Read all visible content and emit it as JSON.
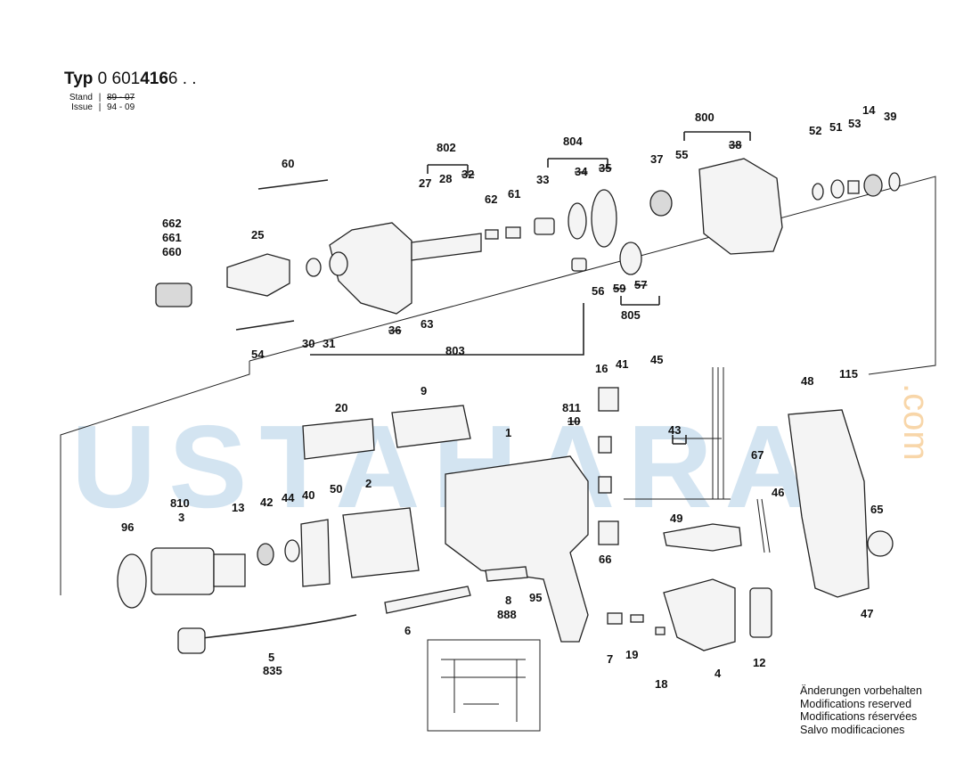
{
  "header": {
    "type_label": "Typ",
    "type_prefix": "0 601",
    "type_bold": "416",
    "type_suffix": "6 . .",
    "stand_label": "Stand",
    "stand_value": "89 - 07",
    "issue_label": "Issue",
    "issue_value": "94 - 09"
  },
  "watermark": {
    "main": "USTAHARA",
    "side": ".com"
  },
  "notes": [
    "Änderungen vorbehalten",
    "Modifications reserved",
    "Modifications réservées",
    "Salvo modificaciones"
  ],
  "callouts": [
    "662",
    "661",
    "660",
    "25",
    "60",
    "54",
    "30",
    "31",
    "36",
    "63",
    "803",
    "802",
    "27",
    "28",
    "32",
    "62",
    "61",
    "804",
    "33",
    "34",
    "35",
    "37",
    "55",
    "56",
    "59",
    "57",
    "805",
    "800",
    "38",
    "52",
    "51",
    "53",
    "14",
    "39",
    "20",
    "9",
    "1",
    "96",
    "810",
    "3",
    "13",
    "42",
    "44",
    "40",
    "50",
    "2",
    "5",
    "835",
    "6",
    "8",
    "888",
    "95",
    "16",
    "41",
    "45",
    "811",
    "10",
    "43",
    "67",
    "46",
    "66",
    "49",
    "48",
    "115",
    "65",
    "7",
    "19",
    "18",
    "4",
    "12",
    "47"
  ],
  "colors": {
    "watermark_blue": "#afcde6",
    "watermark_orange": "#f5c88c",
    "line": "#222222"
  }
}
